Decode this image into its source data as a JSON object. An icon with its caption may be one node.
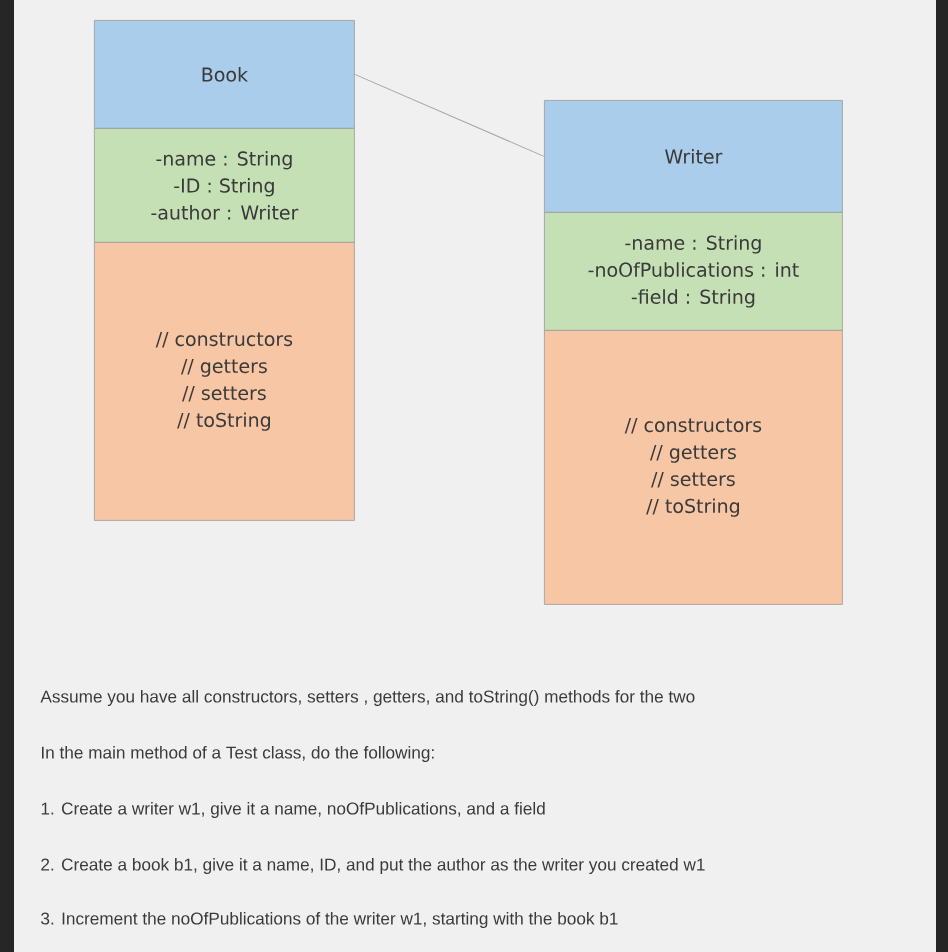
{
  "diagram": {
    "nodes": [
      {
        "text": [
          "Book"
        ]
      },
      {
        "text": [
          "-name : String",
          "-ID : String",
          "-author : Writer"
        ]
      },
      {
        "text": [
          "// constructors",
          "// getters",
          "// setters",
          "// toString"
        ]
      },
      {
        "text": [
          "Writer"
        ]
      },
      {
        "text": [
          "-name : String",
          "-noOfPublications : int",
          "-field : String"
        ]
      },
      {
        "text": [
          "// constructors",
          "// getters",
          "// setters",
          "// toString"
        ]
      }
    ],
    "edges": [
      {
        "from": 0,
        "to": 3,
        "arrow": "none"
      }
    ],
    "labels": [
      "Assume you have all constructors, setters , getters, and toString() methods for the two",
      "In the main method of a Test class, do the following:",
      "1. Create a writer w1, give it a name, noOfPublications, and a field",
      "2. Create a book b1, give it a name, ID, and put the author as the writer you created w1",
      "3. Increment the noOfPublications of the writer w1, starting with the book b1"
    ]
  }
}
